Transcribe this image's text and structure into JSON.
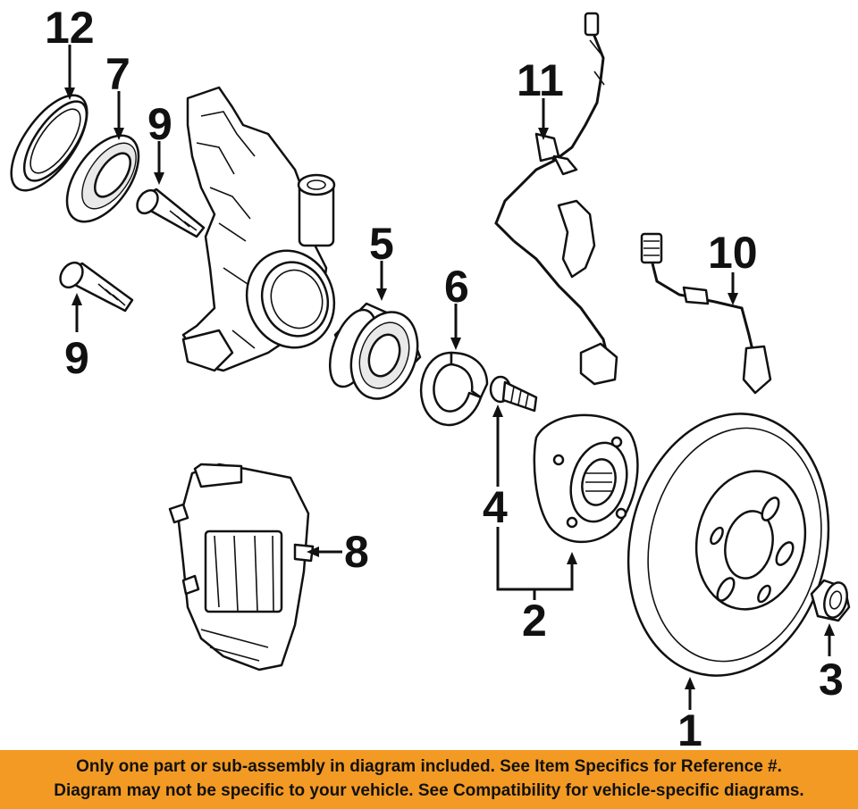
{
  "callouts": {
    "c1": "1",
    "c2": "2",
    "c3": "3",
    "c4": "4",
    "c5": "5",
    "c6": "6",
    "c7": "7",
    "c8": "8",
    "c9a": "9",
    "c9b": "9",
    "c10": "10",
    "c11": "11",
    "c12": "12"
  },
  "footer": {
    "line1": "Only one part or sub-assembly in diagram included. See Item Specifics for Reference #.",
    "line2": "Diagram may not be specific to your vehicle. See Compatibility for vehicle-specific diagrams."
  },
  "colors": {
    "footer_bg": "#f39a24",
    "ink": "#111111"
  }
}
